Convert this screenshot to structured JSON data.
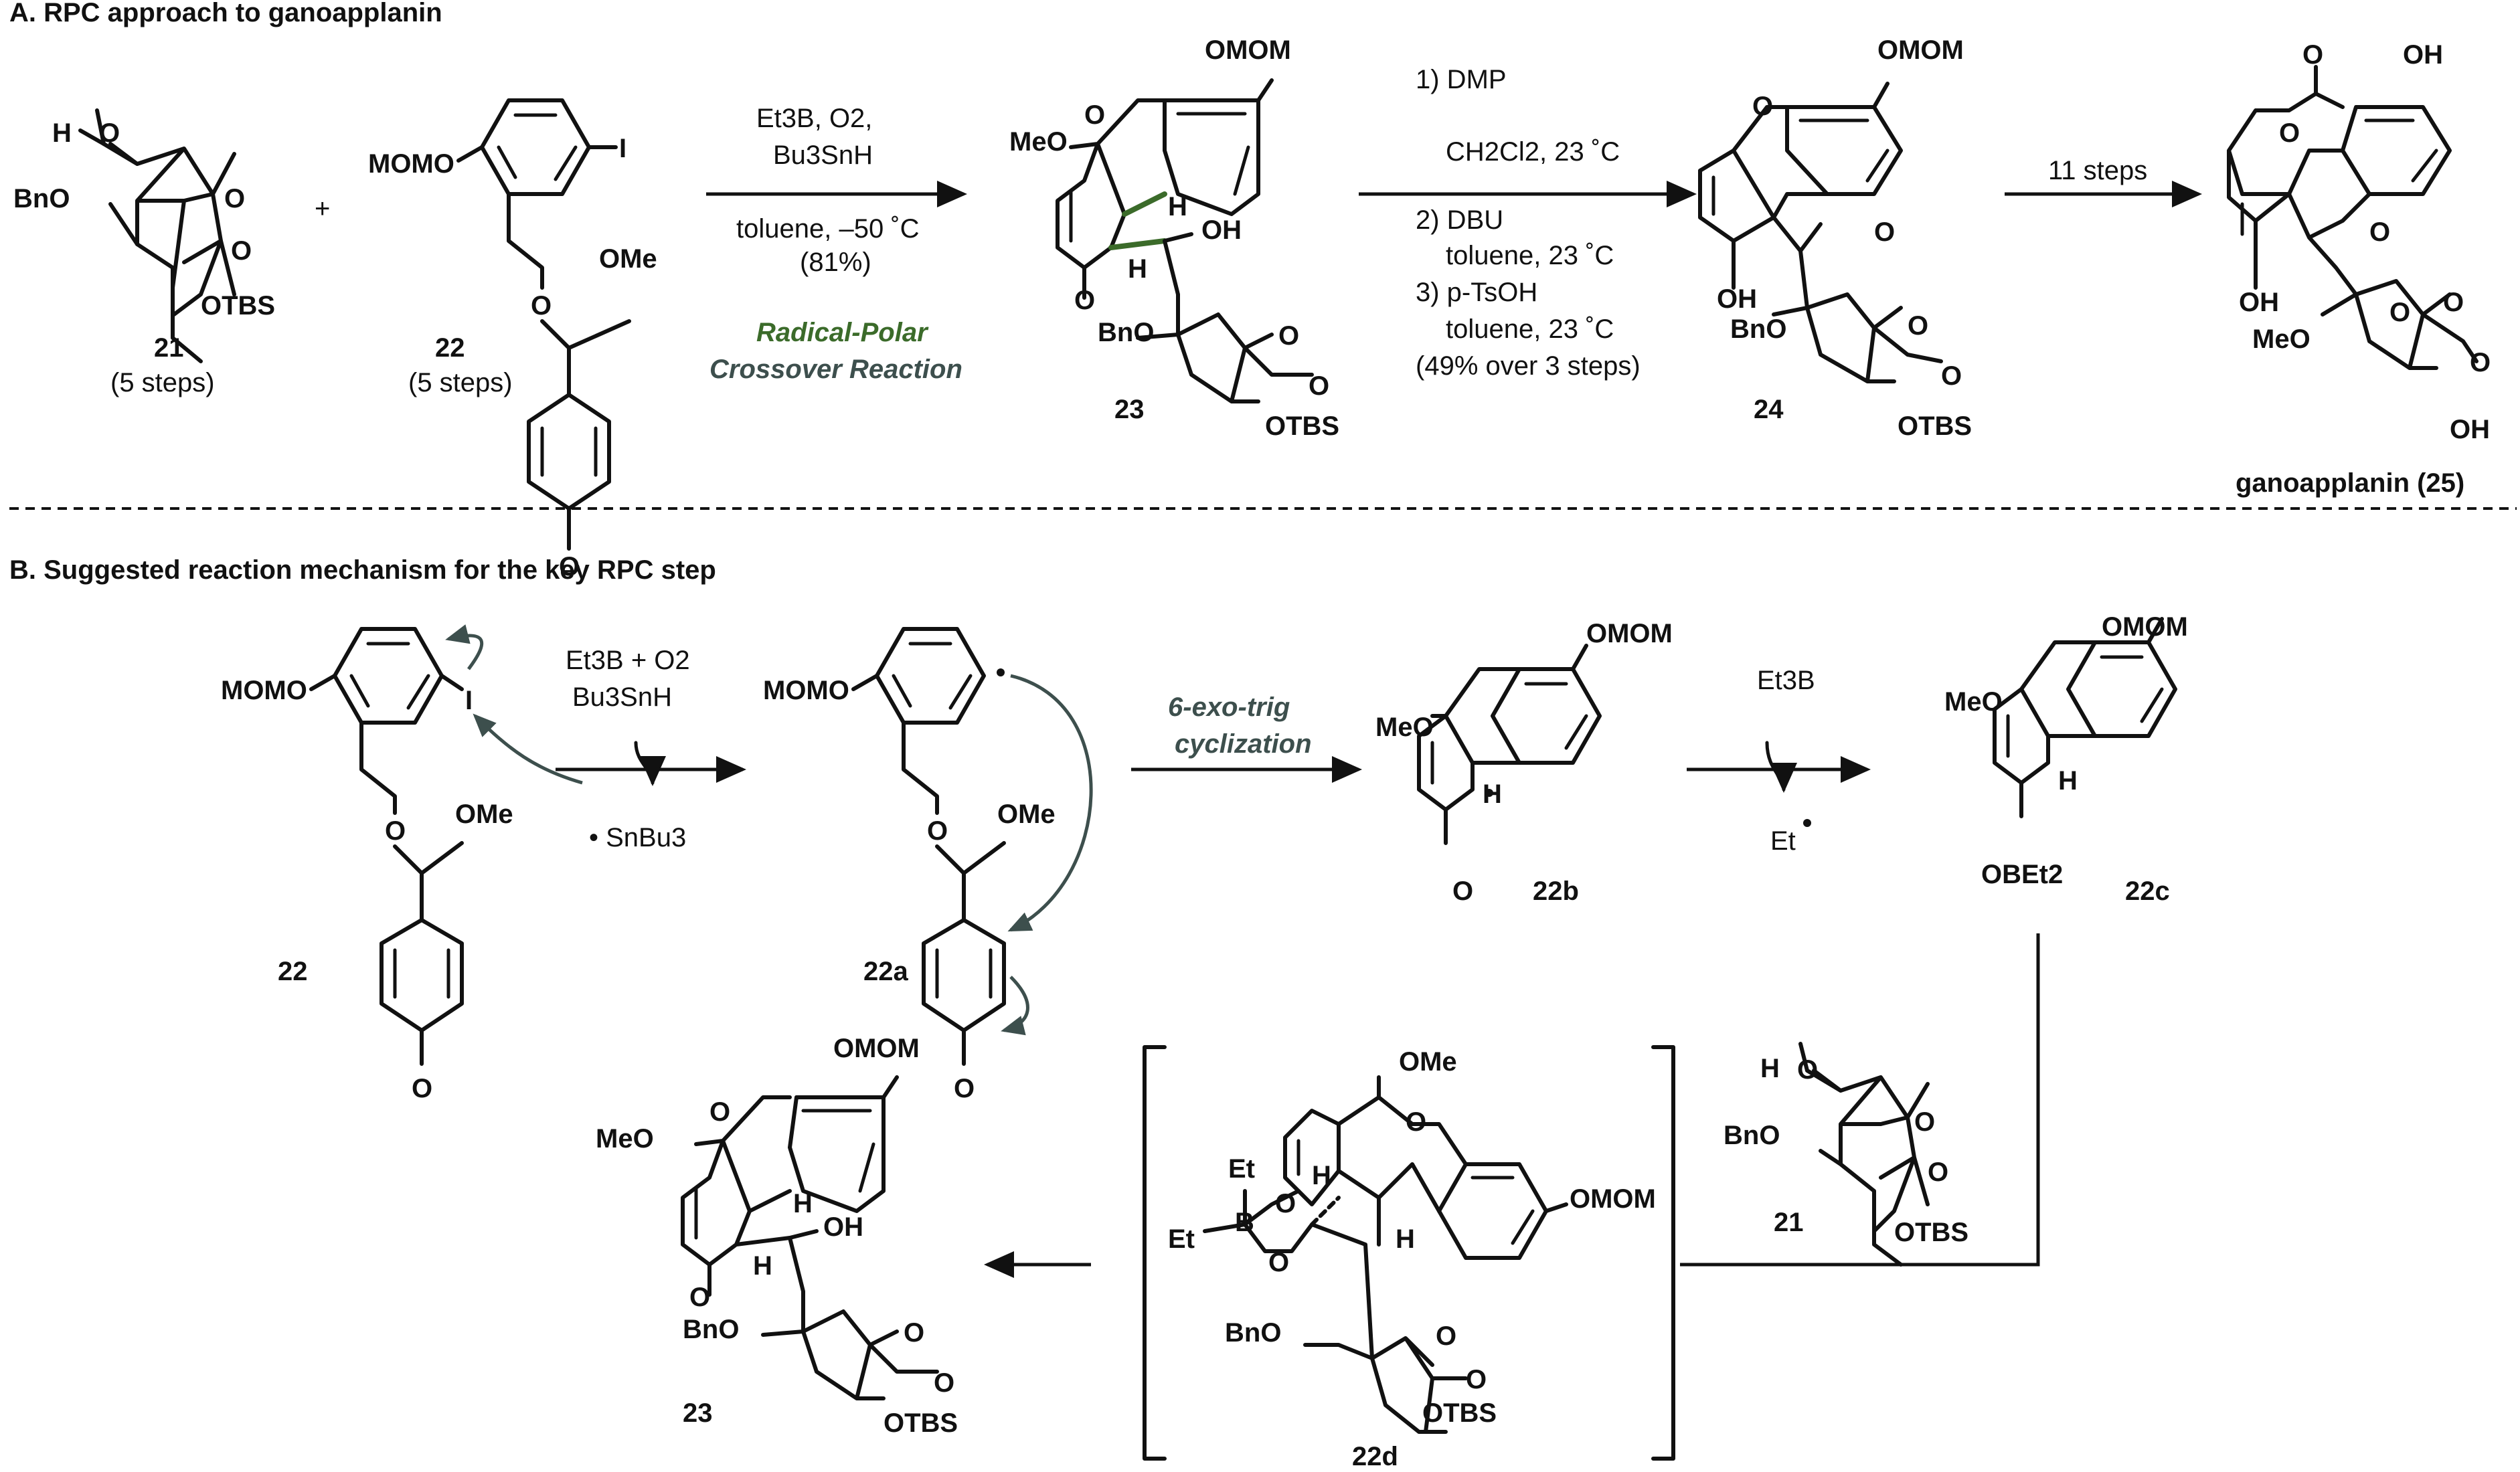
{
  "panel_a": {
    "header": "A. RPC approach to ganoapplanin",
    "plus": "+",
    "compound_21": {
      "number": "21",
      "note": "(5 steps)",
      "atoms": [
        "H",
        "O",
        "BnO",
        "O",
        "O",
        "OTBS"
      ]
    },
    "compound_22": {
      "number": "22",
      "note": "(5 steps)",
      "atoms": [
        "MOMO",
        "I",
        "O",
        "OMe",
        "O"
      ]
    },
    "arrow1": {
      "reagents": [
        "Et3B, O2,",
        "Bu3SnH"
      ],
      "conditions": [
        "toluene, –50 ˚C",
        "(81%)"
      ],
      "reaction_name": [
        "Radical-Polar",
        "Crossover Reaction"
      ],
      "name_colors": [
        "#3b6b2a",
        "#3d4f4d"
      ]
    },
    "compound_23": {
      "number": "23",
      "atoms": [
        "OMOM",
        "MeO",
        "O",
        "H",
        "OH",
        "O",
        "H",
        "BnO",
        "O",
        "O",
        "OTBS"
      ]
    },
    "arrow2": {
      "steps": [
        "1) DMP",
        "CH2Cl2, 23 ˚C",
        "2) DBU",
        "toluene, 23 ˚C",
        "3) p-TsOH",
        "toluene, 23 ˚C",
        "(49% over 3 steps)"
      ]
    },
    "compound_24": {
      "number": "24",
      "atoms": [
        "OMOM",
        "O",
        "O",
        "OH",
        "BnO",
        "O",
        "O",
        "OTBS"
      ]
    },
    "arrow3": {
      "label": "11 steps"
    },
    "compound_25": {
      "number": "ganoapplanin (25)",
      "atoms": [
        "O",
        "OH",
        "O",
        "O",
        "OH",
        "MeO",
        "O",
        "O",
        "O",
        "OH"
      ]
    }
  },
  "panel_b": {
    "header": "B. Suggested reaction mechanism for the key RPC step",
    "compound_22": {
      "number": "22",
      "atoms": [
        "MOMO",
        "I",
        "O",
        "OMe",
        "O"
      ]
    },
    "arrow1": {
      "reagents": [
        "Et3B + O2",
        "Bu3SnH"
      ],
      "byproduct": "• SnBu3"
    },
    "compound_22a": {
      "number": "22a",
      "atoms": [
        "MOMO",
        "O",
        "OMe",
        "O"
      ]
    },
    "arrow2": {
      "label": [
        "6-exo-trig",
        "cyclization"
      ]
    },
    "compound_22b": {
      "number": "22b",
      "atoms": [
        "OMOM",
        "MeO",
        "H",
        "O"
      ]
    },
    "arrow3": {
      "reagent": "Et3B",
      "byproduct": "Et"
    },
    "compound_22c": {
      "number": "22c",
      "atoms": [
        "OMOM",
        "MeO",
        "H",
        "OBEt2"
      ]
    },
    "compound_21": {
      "number": "21",
      "atoms": [
        "H",
        "O",
        "BnO",
        "O",
        "O",
        "OTBS"
      ]
    },
    "compound_22d": {
      "number": "22d",
      "atoms": [
        "OMe",
        "O",
        "OMOM",
        "Et",
        "B",
        "O",
        "O",
        "Et",
        "H",
        "H",
        "BnO",
        "O",
        "O",
        "OTBS"
      ]
    },
    "compound_23": {
      "number": "23",
      "atoms": [
        "OMOM",
        "MeO",
        "O",
        "H",
        "OH",
        "O",
        "H",
        "BnO",
        "O",
        "O",
        "OTBS"
      ]
    }
  }
}
